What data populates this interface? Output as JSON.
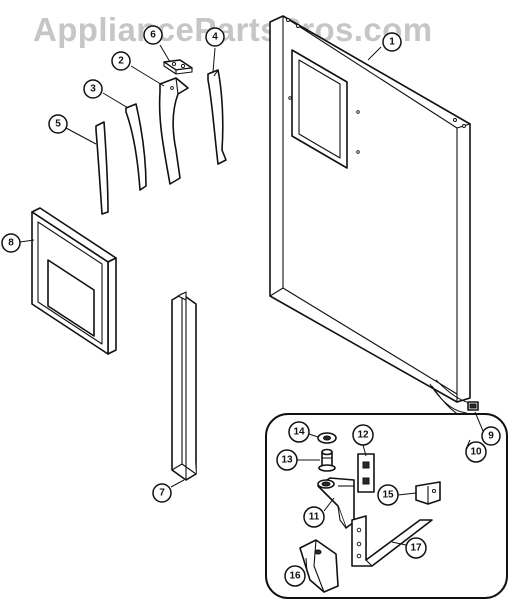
{
  "watermark": {
    "text": "AppliancePartsPros.com"
  },
  "callouts": [
    {
      "id": "1",
      "label": "1"
    },
    {
      "id": "2",
      "label": "2"
    },
    {
      "id": "3",
      "label": "3"
    },
    {
      "id": "4",
      "label": "4"
    },
    {
      "id": "5",
      "label": "5"
    },
    {
      "id": "6",
      "label": "6"
    },
    {
      "id": "7",
      "label": "7"
    },
    {
      "id": "8",
      "label": "8"
    },
    {
      "id": "9",
      "label": "9"
    },
    {
      "id": "10",
      "label": "10"
    },
    {
      "id": "11",
      "label": "11"
    },
    {
      "id": "12",
      "label": "12"
    },
    {
      "id": "13",
      "label": "13"
    },
    {
      "id": "14",
      "label": "14"
    },
    {
      "id": "15",
      "label": "15"
    },
    {
      "id": "16",
      "label": "16"
    },
    {
      "id": "17",
      "label": "17"
    }
  ]
}
